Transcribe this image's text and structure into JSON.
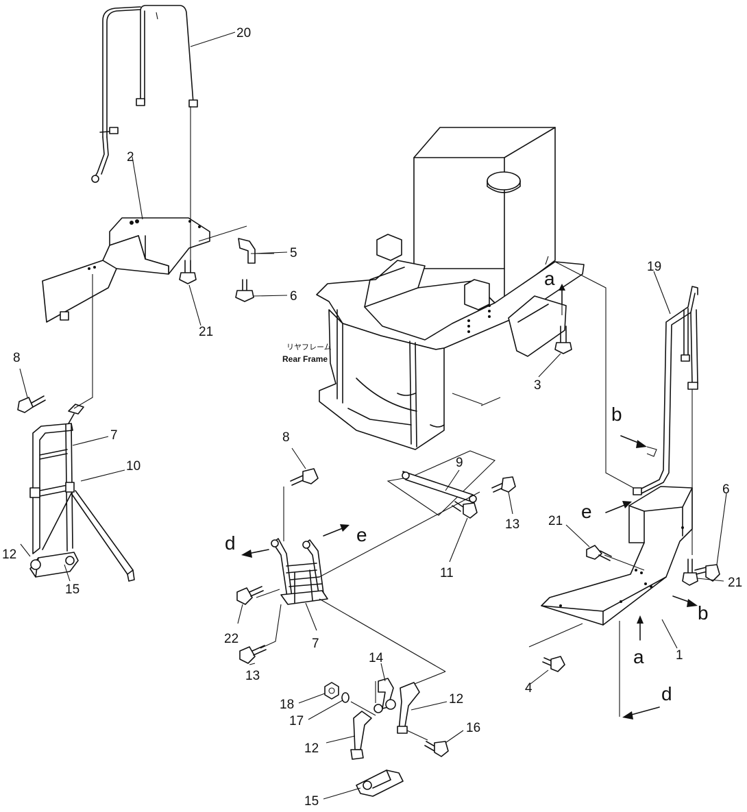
{
  "frame_label": {
    "jp": "リヤフレーム",
    "en": "Rear Frame"
  },
  "callouts": {
    "n1": "1",
    "n2": "2",
    "n3": "3",
    "n4": "4",
    "n5": "5",
    "n6a": "6",
    "n6b": "6",
    "n7a": "7",
    "n7b": "7",
    "n8a": "8",
    "n8b": "8",
    "n9": "9",
    "n10": "10",
    "n11": "11",
    "n12a": "12",
    "n12b": "12",
    "n12c": "12",
    "n13a": "13",
    "n13b": "13",
    "n14": "14",
    "n15a": "15",
    "n15b": "15",
    "n16": "16",
    "n17": "17",
    "n18": "18",
    "n19": "19",
    "n20": "20",
    "n21a": "21",
    "n21b": "21",
    "n21c": "21",
    "n22": "22"
  },
  "letters": {
    "a1": "a",
    "a2": "a",
    "b1": "b",
    "b2": "b",
    "d1": "d",
    "d2": "d",
    "e1": "e",
    "e2": "e"
  }
}
